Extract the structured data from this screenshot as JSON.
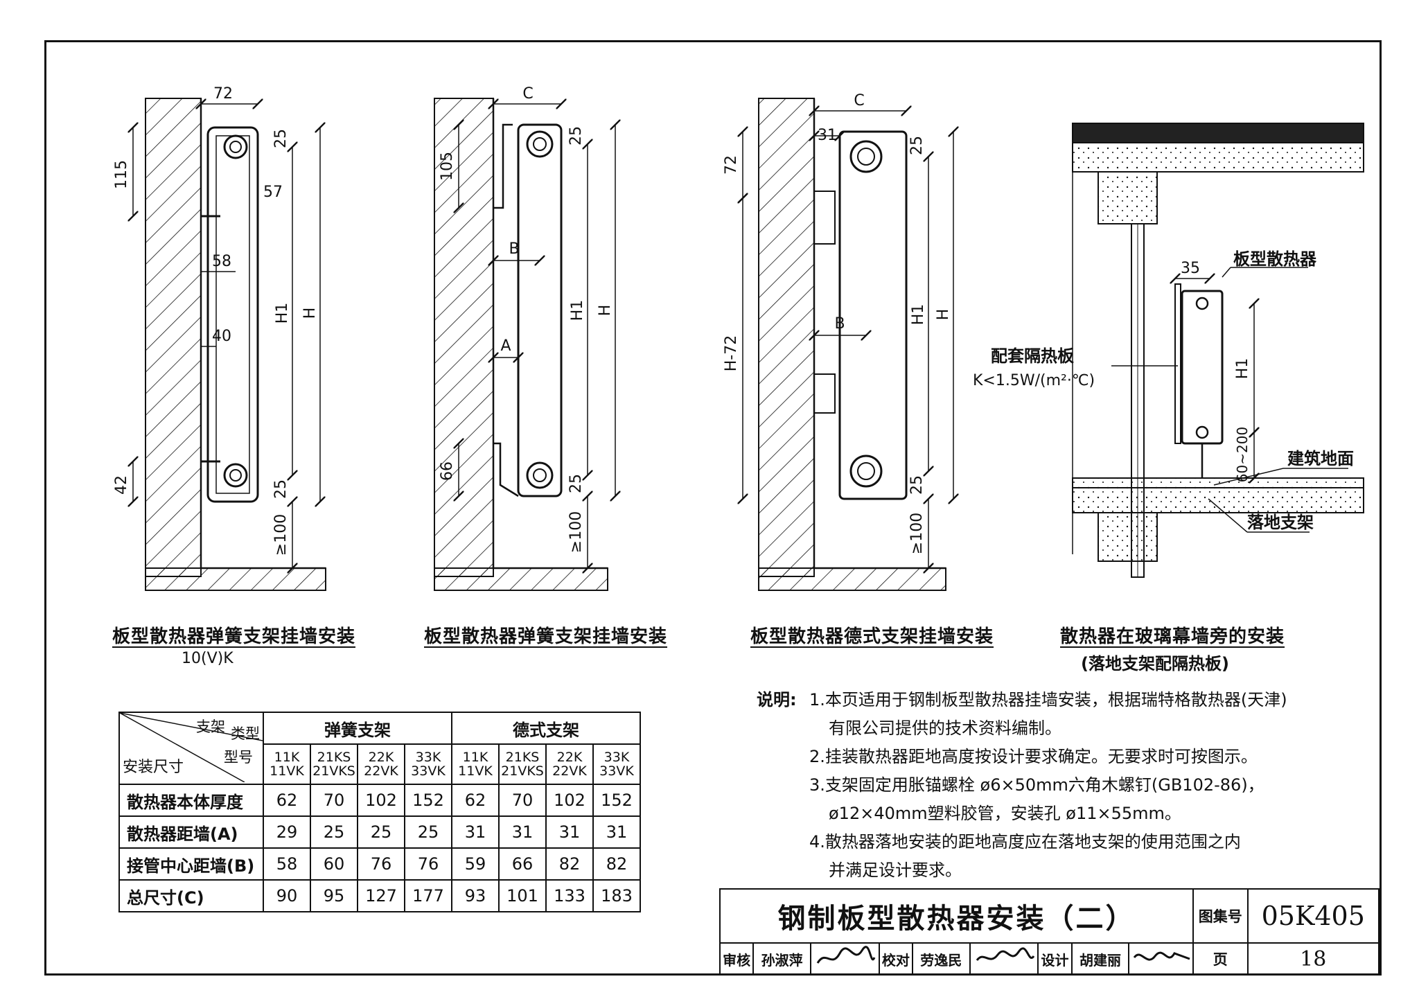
{
  "figures": {
    "fig1": {
      "caption": "板型散热器弹簧支架挂墙安装",
      "subcaption": "10(V)K",
      "dims": {
        "width_top": "72",
        "d115": "115",
        "d25_top": "25",
        "d57": "57",
        "d58": "58",
        "d40": "40",
        "d42": "42",
        "d25_bot": "25",
        "h1": "H1",
        "h": "H",
        "gap": "≥100"
      }
    },
    "fig2": {
      "caption": "板型散热器弹簧支架挂墙安装",
      "dims": {
        "width_top": "C",
        "d105": "105",
        "d25_top": "25",
        "b": "B",
        "a": "A",
        "d66": "66",
        "d25_bot": "25",
        "h1": "H1",
        "h": "H",
        "gap": "≥100"
      }
    },
    "fig3": {
      "caption": "板型散热器德式支架挂墙安装",
      "dims": {
        "width_top": "C",
        "d31": "31",
        "d72": "72",
        "d25_top": "25",
        "b": "B",
        "h72": "H-72",
        "d25_bot": "25",
        "h1": "H1",
        "h": "H",
        "gap": "≥100"
      }
    },
    "fig4": {
      "caption": "散热器在玻璃幕墙旁的安装",
      "subcaption": "(落地支架配隔热板)",
      "labels": {
        "radiator": "板型散热器",
        "insulation": "配套隔热板",
        "k_value": "K<1.5W/(m²·℃)",
        "floor": "建筑地面",
        "stand": "落地支架",
        "d35": "35",
        "h1": "H1",
        "range": "60~200"
      }
    }
  },
  "table": {
    "corner": {
      "support": "支架",
      "type": "类型",
      "install": "安装尺寸",
      "model": "型号"
    },
    "groups": [
      "弹簧支架",
      "德式支架"
    ],
    "models": [
      [
        "11K",
        "11VK"
      ],
      [
        "21KS",
        "21VKS"
      ],
      [
        "22K",
        "22VK"
      ],
      [
        "33K",
        "33VK"
      ],
      [
        "11K",
        "11VK"
      ],
      [
        "21KS",
        "21VKS"
      ],
      [
        "22K",
        "22VK"
      ],
      [
        "33K",
        "33VK"
      ]
    ],
    "rows": [
      {
        "label": "散热器本体厚度",
        "values": [
          "62",
          "70",
          "102",
          "152",
          "62",
          "70",
          "102",
          "152"
        ]
      },
      {
        "label": "散热器距墙(A)",
        "values": [
          "29",
          "25",
          "25",
          "25",
          "31",
          "31",
          "31",
          "31"
        ]
      },
      {
        "label": "接管中心距墙(B)",
        "values": [
          "58",
          "60",
          "76",
          "76",
          "59",
          "66",
          "82",
          "82"
        ]
      },
      {
        "label": "总尺寸(C)",
        "values": [
          "90",
          "95",
          "127",
          "177",
          "93",
          "101",
          "133",
          "183"
        ]
      }
    ]
  },
  "notes": {
    "lead": "说明:",
    "lines": [
      "1.本页适用于钢制板型散热器挂墙安装，根据瑞特格散热器(天津)",
      "有限公司提供的技术资料编制。",
      "2.挂装散热器距地高度按设计要求确定。无要求时可按图示。",
      "3.支架固定用胀锚螺栓 ø6×50mm六角木螺钉(GB102-86)，",
      "ø12×40mm塑料胶管，安装孔 ø11×55mm。",
      "4.散热器落地安装的距地高度应在落地支架的使用范围之内",
      "并满足设计要求。"
    ]
  },
  "title_block": {
    "title": "钢制板型散热器安装（二）",
    "atlas_label": "图集号",
    "atlas_no": "05K405",
    "review_label": "审核",
    "review_name": "孙淑萍",
    "check_label": "校对",
    "check_name": "劳逸民",
    "design_label": "设计",
    "design_name": "胡建丽",
    "page_label": "页",
    "page_no": "18"
  }
}
